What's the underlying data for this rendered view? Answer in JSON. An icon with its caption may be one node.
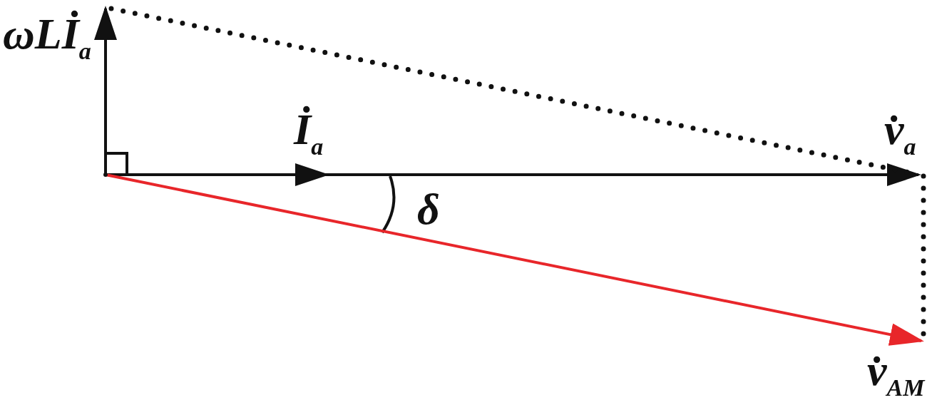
{
  "diagram": {
    "nodes": [
      {
        "text": [
          "ωLİ$_{a}$"
        ]
      },
      {
        "text": [
          "v̇$_{a}$"
        ]
      },
      {
        "text": [
          "v̇$_{AM}$"
        ]
      },
      {
        "text": [],
        "shape": "point"
      }
    ],
    "edges": [
      {
        "from": 3,
        "to": 0,
        "arrow": "to"
      },
      {
        "from": 3,
        "to": 1,
        "arrow": "to"
      },
      {
        "from": 3,
        "to": 2,
        "arrow": "to",
        "color": "#e8262a"
      },
      {
        "from": 0,
        "to": 1,
        "arrow": "none",
        "style": "dashed"
      },
      {
        "from": 1,
        "to": 2,
        "arrow": "none",
        "style": "dashed"
      }
    ],
    "labels": [
      "İ$_{a}$",
      "δ"
    ]
  }
}
